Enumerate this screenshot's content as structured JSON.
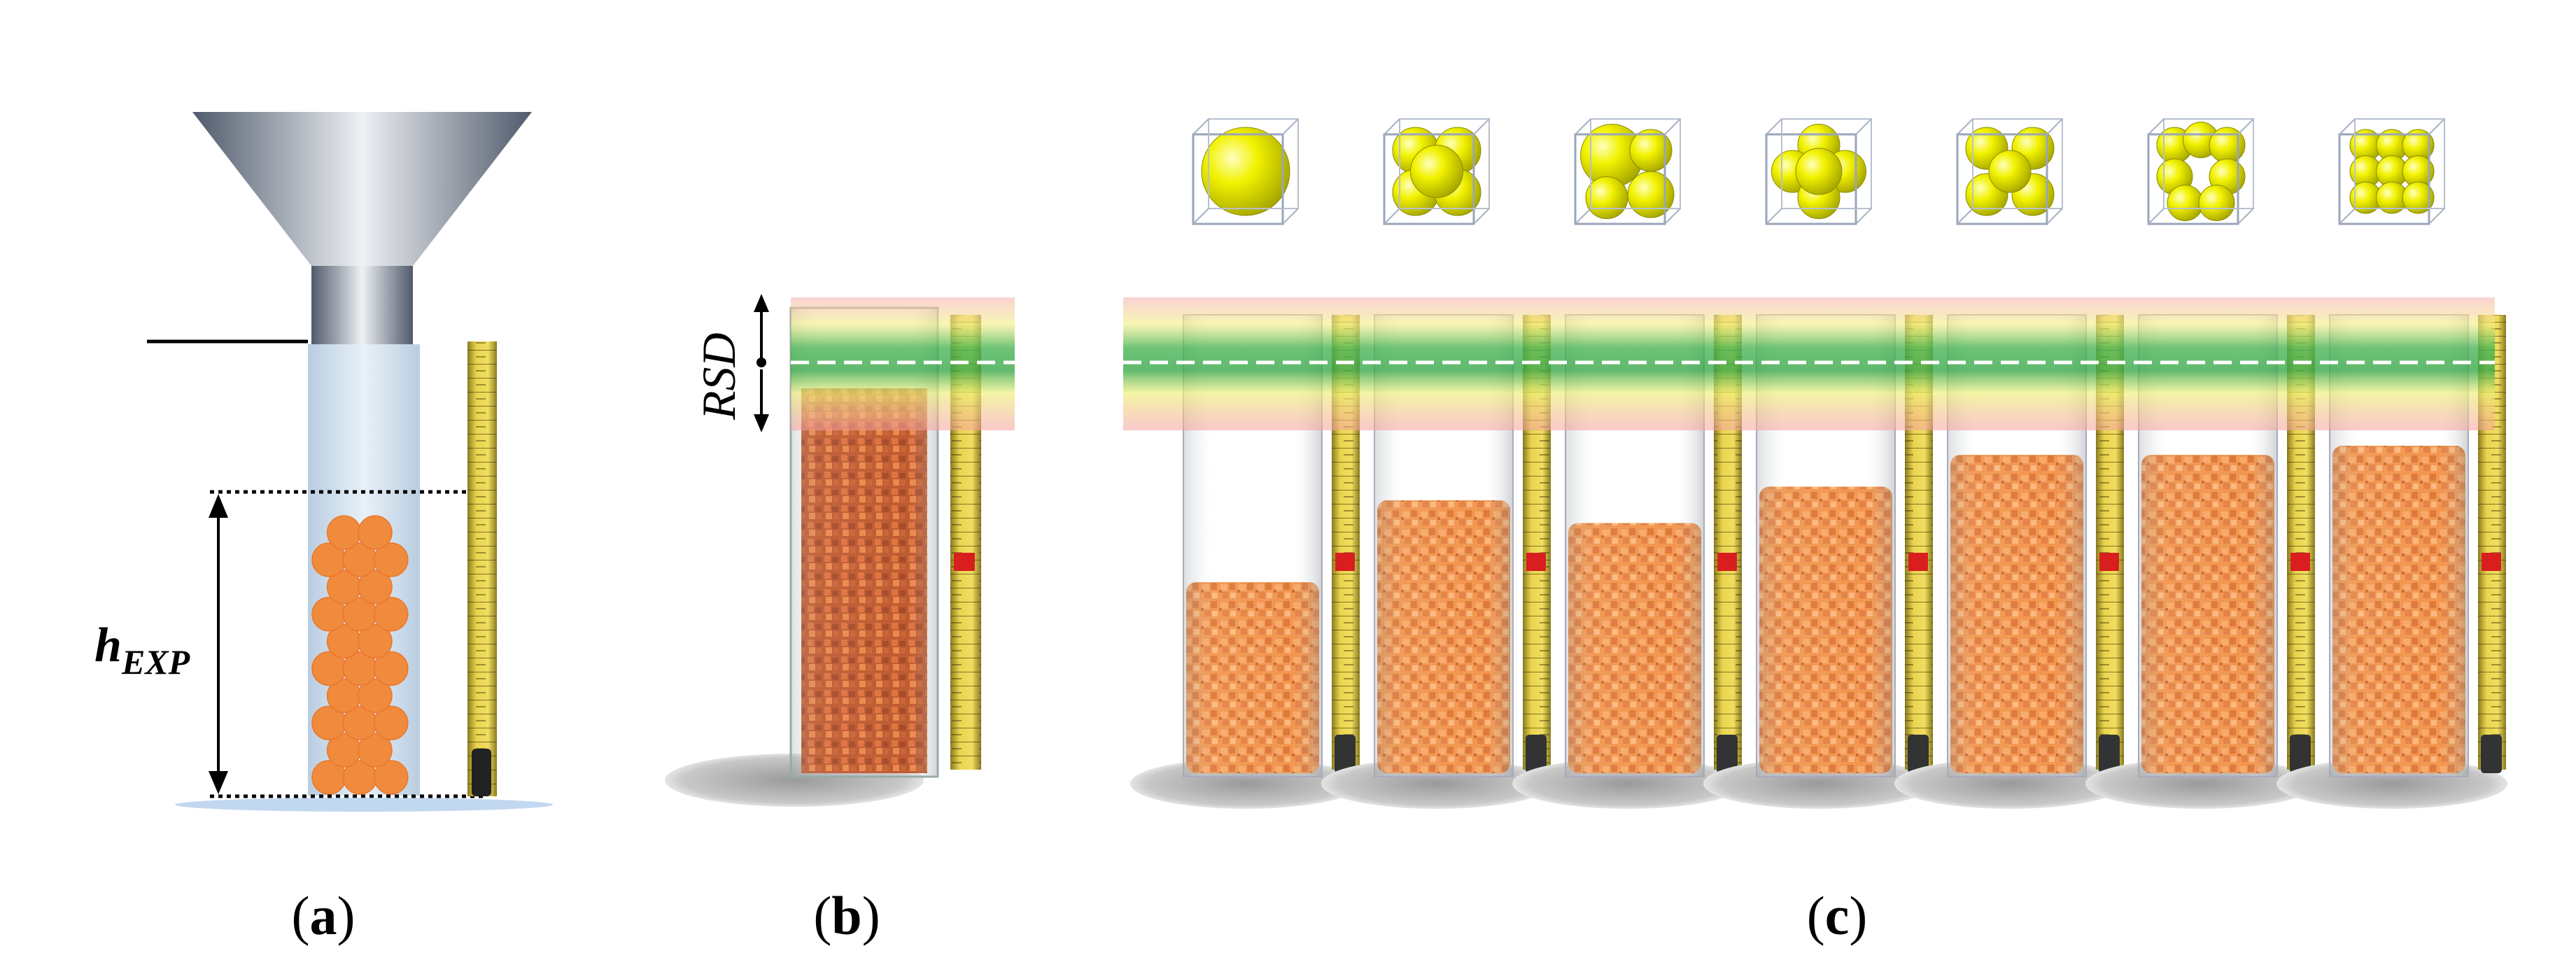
{
  "panel_a": {
    "label_prefix": "(",
    "label_letter": "a",
    "label_suffix": ")",
    "height_symbol": "h",
    "height_subscript": "EXP"
  },
  "panel_b": {
    "label_prefix": "(",
    "label_letter": "b",
    "label_suffix": ")",
    "rsd_label": "RSD"
  },
  "panel_c": {
    "label_prefix": "(",
    "label_letter": "c",
    "label_suffix": ")",
    "packing_cells": 7,
    "fill_levels": [
      0.42,
      0.6,
      0.55,
      0.63,
      0.7,
      0.7,
      0.72
    ]
  },
  "colors": {
    "particle": "#f08a3c",
    "particle_dark": "#c8501a",
    "sphere": "#e8e800",
    "tube_glass": "#c9d9e8",
    "tape": "#e8d04a",
    "band_red": "#f4a0a0",
    "band_green": "#3fb04f"
  }
}
